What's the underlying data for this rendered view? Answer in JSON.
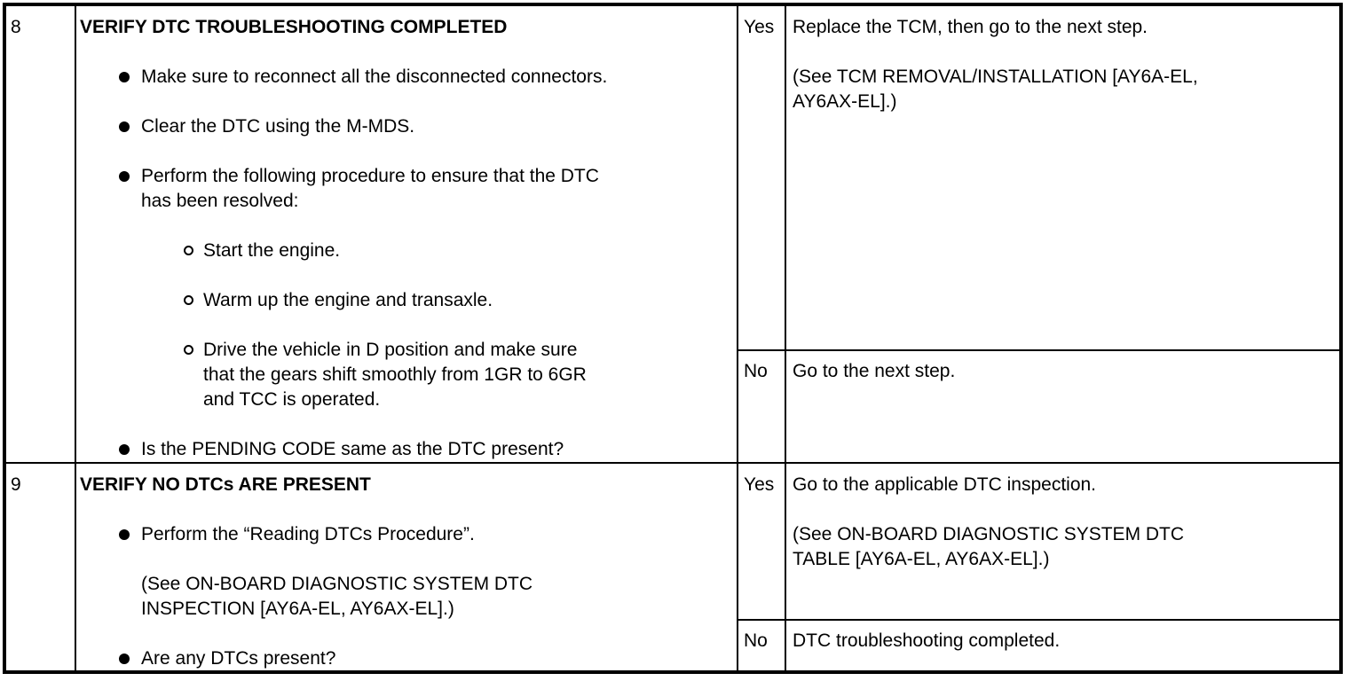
{
  "table": {
    "rows": [
      {
        "step": "8",
        "title": "VERIFY DTC TROUBLESHOOTING COMPLETED",
        "items": [
          {
            "level": 1,
            "lines": [
              "Make sure to reconnect all the disconnected connectors."
            ]
          },
          {
            "level": 1,
            "lines": [
              "Clear the DTC using the M-MDS."
            ]
          },
          {
            "level": 1,
            "lines": [
              "Perform the following procedure to ensure that the DTC",
              "has been resolved:"
            ]
          },
          {
            "level": 2,
            "lines": [
              "Start the engine."
            ]
          },
          {
            "level": 2,
            "lines": [
              "Warm up the engine and transaxle."
            ]
          },
          {
            "level": 2,
            "lines": [
              "Drive the vehicle in D position and make sure",
              "that the gears shift smoothly from 1GR to 6GR",
              "and TCC is operated."
            ]
          },
          {
            "level": 1,
            "lines": [
              "Is the PENDING CODE same as the DTC present?"
            ]
          }
        ],
        "results": [
          {
            "answer": "Yes",
            "lines": [
              "Replace the TCM, then go to the next step."
            ],
            "ref_lines": [
              "(See TCM REMOVAL/INSTALLATION [AY6A-EL,",
              "AY6AX-EL].)"
            ]
          },
          {
            "answer": "No",
            "lines": [
              "Go to the next step."
            ],
            "ref_lines": []
          }
        ]
      },
      {
        "step": "9",
        "title": "VERIFY NO DTCs ARE PRESENT",
        "items": [
          {
            "level": 1,
            "lines": [
              "Perform the “Reading DTCs Procedure”."
            ]
          },
          {
            "level": 0,
            "lines": [
              "(See ON-BOARD DIAGNOSTIC SYSTEM DTC",
              "INSPECTION [AY6A-EL, AY6AX-EL].)"
            ]
          },
          {
            "level": 1,
            "lines": [
              "Are any DTCs present?"
            ]
          }
        ],
        "results": [
          {
            "answer": "Yes",
            "lines": [
              "Go to the applicable DTC inspection."
            ],
            "ref_lines": [
              "(See ON-BOARD DIAGNOSTIC SYSTEM DTC",
              "TABLE [AY6A-EL, AY6AX-EL].)"
            ]
          },
          {
            "answer": "No",
            "lines": [
              "DTC troubleshooting completed."
            ],
            "ref_lines": []
          }
        ]
      }
    ],
    "colors": {
      "border": "#000000",
      "text": "#000000",
      "background": "#ffffff"
    }
  }
}
